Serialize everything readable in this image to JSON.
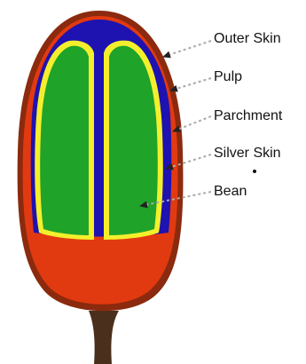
{
  "diagram": {
    "labels": {
      "outer_skin": "Outer Skin",
      "pulp": "Pulp",
      "parchment": "Parchment",
      "silver_skin": "Silver Skin",
      "bean": "Bean"
    },
    "colors": {
      "outer_skin": "#8b2a0e",
      "pulp_red": "#e23a10",
      "pulp_blue": "#1e12b0",
      "parchment": "#f4ef2c",
      "bean": "#1fa329",
      "stem": "#4a2f1c"
    }
  }
}
